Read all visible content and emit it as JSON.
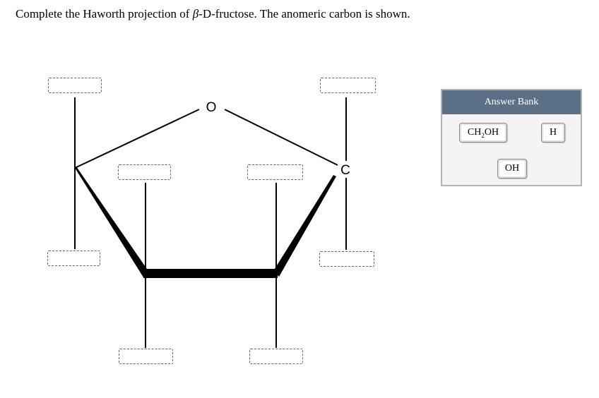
{
  "question": {
    "prefix": "Complete the Haworth projection of ",
    "beta": "β",
    "suffix": "-D-fructose. The anomeric carbon is shown."
  },
  "diagram": {
    "ring_oxygen": "O",
    "anomeric_carbon": "C",
    "targets": [
      "drop-target-top-left",
      "drop-target-top-right",
      "drop-target-inner-left",
      "drop-target-inner-right",
      "drop-target-left-down",
      "drop-target-right-down",
      "drop-target-bottom-left",
      "drop-target-bottom-right"
    ]
  },
  "answer_bank": {
    "title": "Answer Bank",
    "chips": {
      "ch2oh": {
        "main": "CH",
        "sub": "2",
        "tail": "OH"
      },
      "h": "H",
      "oh": "OH"
    }
  }
}
